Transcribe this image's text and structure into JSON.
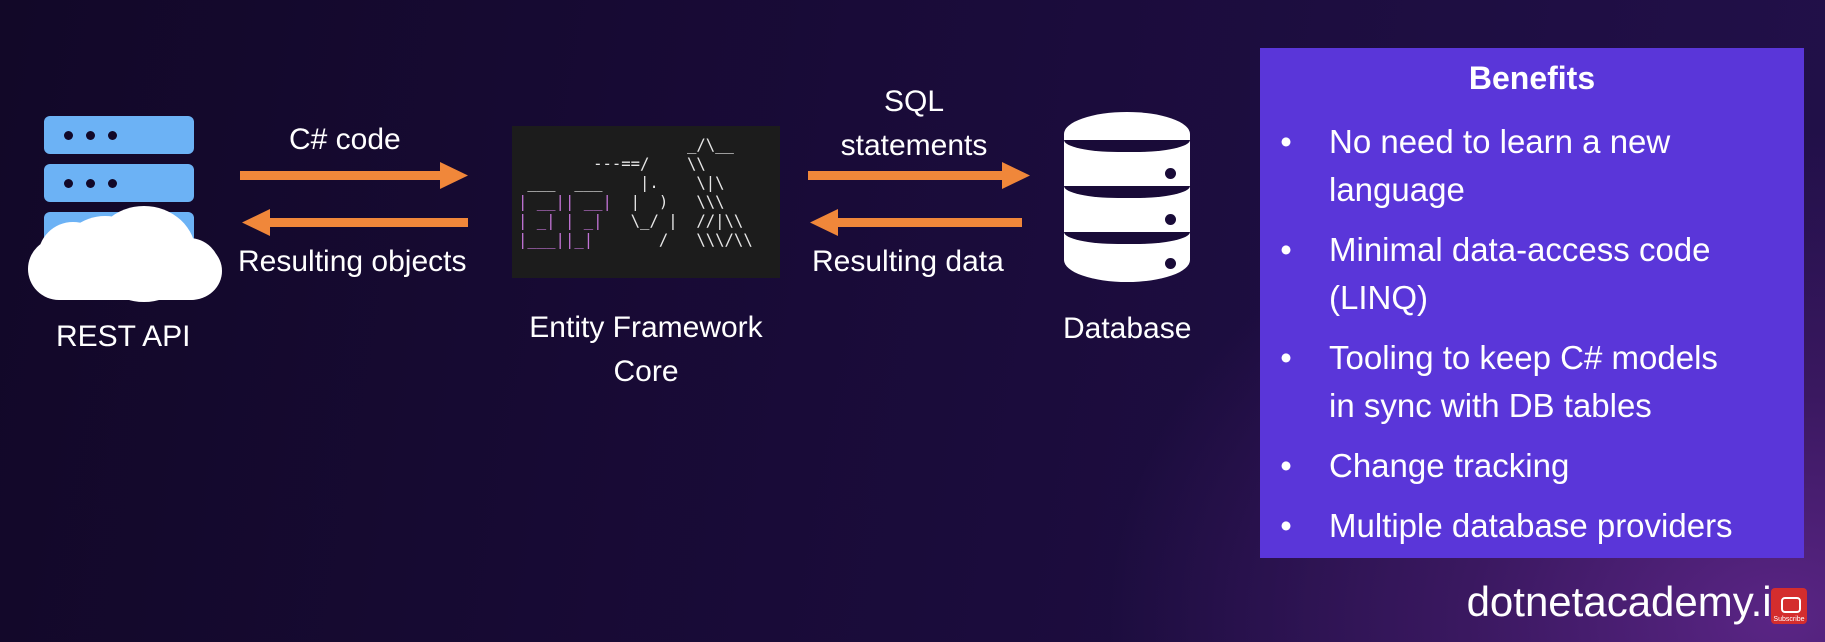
{
  "colors": {
    "arrow": "#f0873a",
    "panel": "#5a36d9",
    "server": "#6cb2f5",
    "background": "#190b38"
  },
  "icons": {
    "server": "server-rack-icon",
    "cloud": "cloud-icon",
    "database": "database-icon",
    "logo": "ef-core-ascii-logo-icon",
    "channel": "youtube-subscribe-icon"
  },
  "diagram": {
    "rest_api_label": "REST API",
    "ef_label_line1": "Entity Framework",
    "ef_label_line2": "Core",
    "database_label": "Database",
    "arrow_csharp_label": "C# code",
    "arrow_objects_label": "Resulting objects",
    "arrow_sql_line1": "SQL",
    "arrow_sql_line2": "statements",
    "arrow_data_label": "Resulting data"
  },
  "benefits": {
    "title": "Benefits",
    "bullet": "•",
    "items": [
      {
        "line1": "No need to learn a new",
        "line2": "language"
      },
      {
        "line1": "Minimal data-access code",
        "line2": "(LINQ)"
      },
      {
        "line1": "Tooling to keep C# models",
        "line2": "in sync with DB tables"
      },
      {
        "line1": "Change tracking",
        "line2": ""
      },
      {
        "line1": "Multiple database providers",
        "line2": ""
      }
    ]
  },
  "branding": {
    "site": "dotnetacademy.io",
    "subscribe": "Subscribe"
  }
}
